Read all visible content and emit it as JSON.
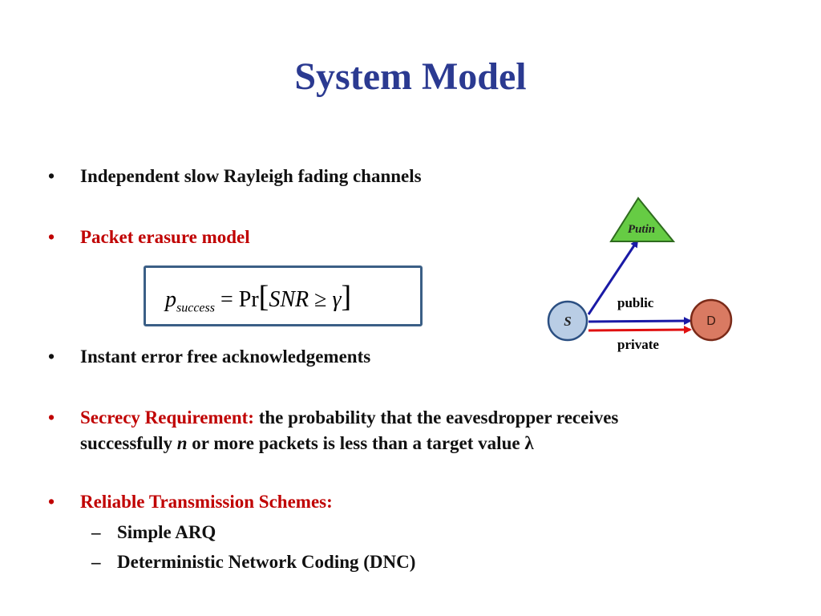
{
  "slide": {
    "title": "System Model",
    "bullets": [
      {
        "marker": "•",
        "text": "Independent slow Rayleigh fading channels"
      },
      {
        "marker": "•",
        "text": "Packet erasure model"
      },
      {
        "marker": "•",
        "text": "Instant error free acknowledgements"
      },
      {
        "marker": "•",
        "red_part": "Secrecy Requirement:",
        "black_part": " the probability that the eavesdropper receives",
        "line2_a": "successfully ",
        "line2_n": "n",
        "line2_b": " or more packets is less than a target value λ"
      },
      {
        "marker": "•",
        "text": "Reliable Transmission Schemes:"
      }
    ],
    "sub_items": [
      {
        "marker": "–",
        "text": "Simple ARQ"
      },
      {
        "marker": "–",
        "text": "Deterministic Network Coding (DNC)"
      }
    ],
    "formula": {
      "p": "p",
      "subscript": "success",
      "equals": " = Pr",
      "lbracket": "[",
      "snr": "SNR",
      "geq": " ≥ ",
      "gamma": "γ",
      "rbracket": "]"
    },
    "diagram": {
      "nodes": {
        "source": "S",
        "destination": "D",
        "eavesdropper": "Putin"
      },
      "labels": {
        "public": "public",
        "private": "private"
      },
      "colors": {
        "source_fill": "#b9cde5",
        "destination_fill": "#d97a62",
        "eve_fill": "#66cc44",
        "public_link": "#1a1aa6",
        "private_link": "#e01010"
      }
    }
  }
}
